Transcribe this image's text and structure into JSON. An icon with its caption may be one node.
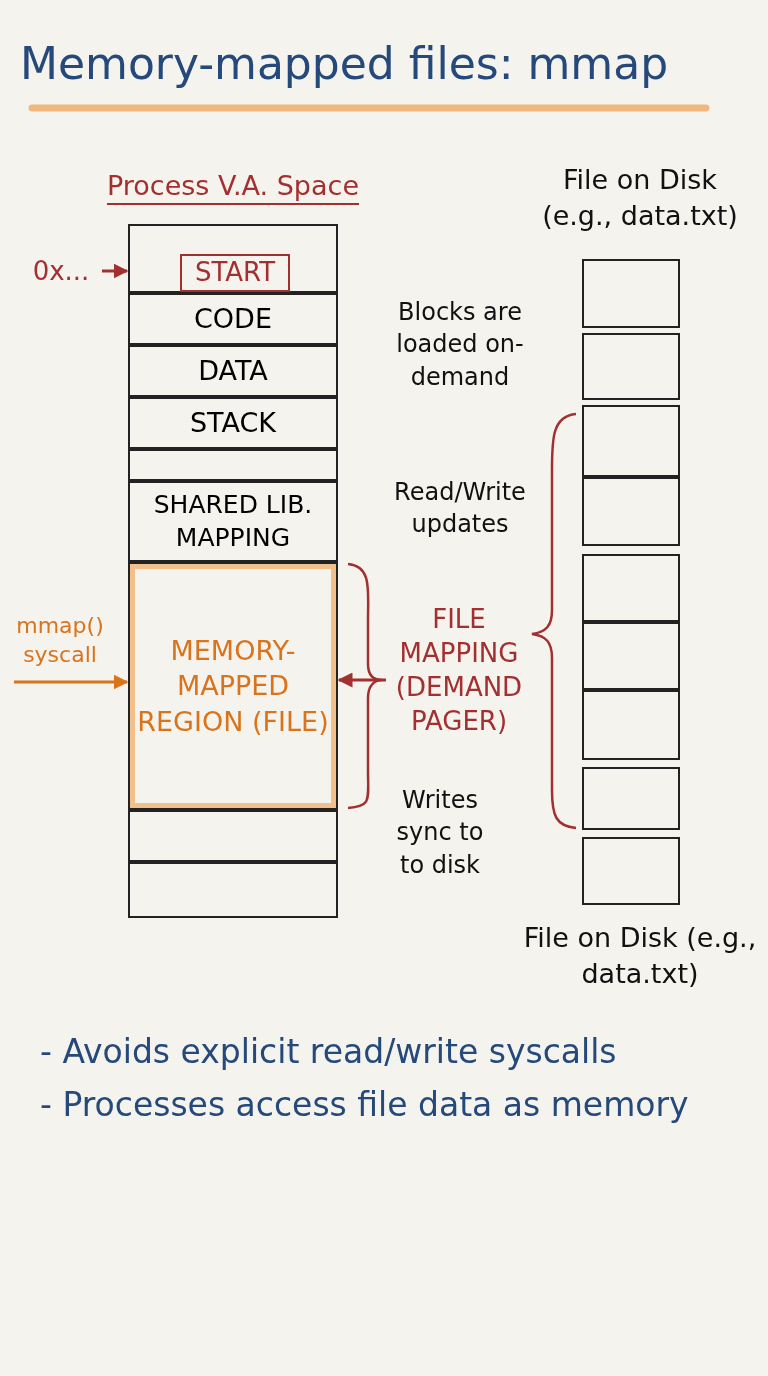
{
  "diagram": {
    "title": "Memory-mapped files: mmap",
    "nodes": [
      {
        "text": [
          "Process V.A. Space"
        ]
      },
      {
        "text": [],
        "shape": "box",
        "in": 0
      },
      {
        "text": [
          "START"
        ],
        "in": 1
      },
      {
        "text": [
          "CODE"
        ],
        "in": 0
      },
      {
        "text": [
          "DATA"
        ],
        "in": 0
      },
      {
        "text": [
          "STACK"
        ],
        "in": 0
      },
      {
        "text": [],
        "shape": "box",
        "in": 0
      },
      {
        "text": [
          "SHARED LIB. MAPPING"
        ],
        "in": 0
      },
      {
        "text": [
          "MEMORY- MAPPED REGION (FILE)"
        ],
        "in": 0
      },
      {
        "text": [],
        "shape": "box",
        "in": 0
      },
      {
        "text": [],
        "shape": "box",
        "in": 0
      },
      {
        "text": [
          "0x..."
        ]
      },
      {
        "text": [
          "mmap() syscall"
        ]
      },
      {
        "text": [
          "FILE MAPPING (DEMAND PAGER)"
        ]
      },
      {
        "text": [
          "File on Disk (e.g., data.txt)"
        ],
        "beside": [
          "File on Disk (e.g., data.txt)"
        ]
      },
      {
        "text": [],
        "shape": "box",
        "in": 14
      },
      {
        "text": [],
        "shape": "box",
        "in": 14
      },
      {
        "text": [],
        "shape": "box",
        "in": 14
      },
      {
        "text": [],
        "shape": "box",
        "in": 14
      },
      {
        "text": [],
        "shape": "box",
        "in": 14
      },
      {
        "text": [],
        "shape": "box",
        "in": 14
      },
      {
        "text": [],
        "shape": "box",
        "in": 14
      },
      {
        "text": [],
        "shape": "box",
        "in": 14
      },
      {
        "text": [],
        "shape": "box",
        "in": 14
      }
    ],
    "edges": [
      {
        "from": 11,
        "to": 1,
        "arrow": "to"
      },
      {
        "from": 12,
        "to": 8,
        "arrow": "to",
        "color": "#d9741c"
      },
      {
        "from": 13,
        "to": 8,
        "arrow": "to"
      }
    ],
    "labels": [
      "Blocks are loaded on-demand",
      "Read/Write updates",
      "Writes sync to to disk",
      "- Avoids explicit read/write syscalls",
      "- Processes access file data as memory"
    ]
  }
}
